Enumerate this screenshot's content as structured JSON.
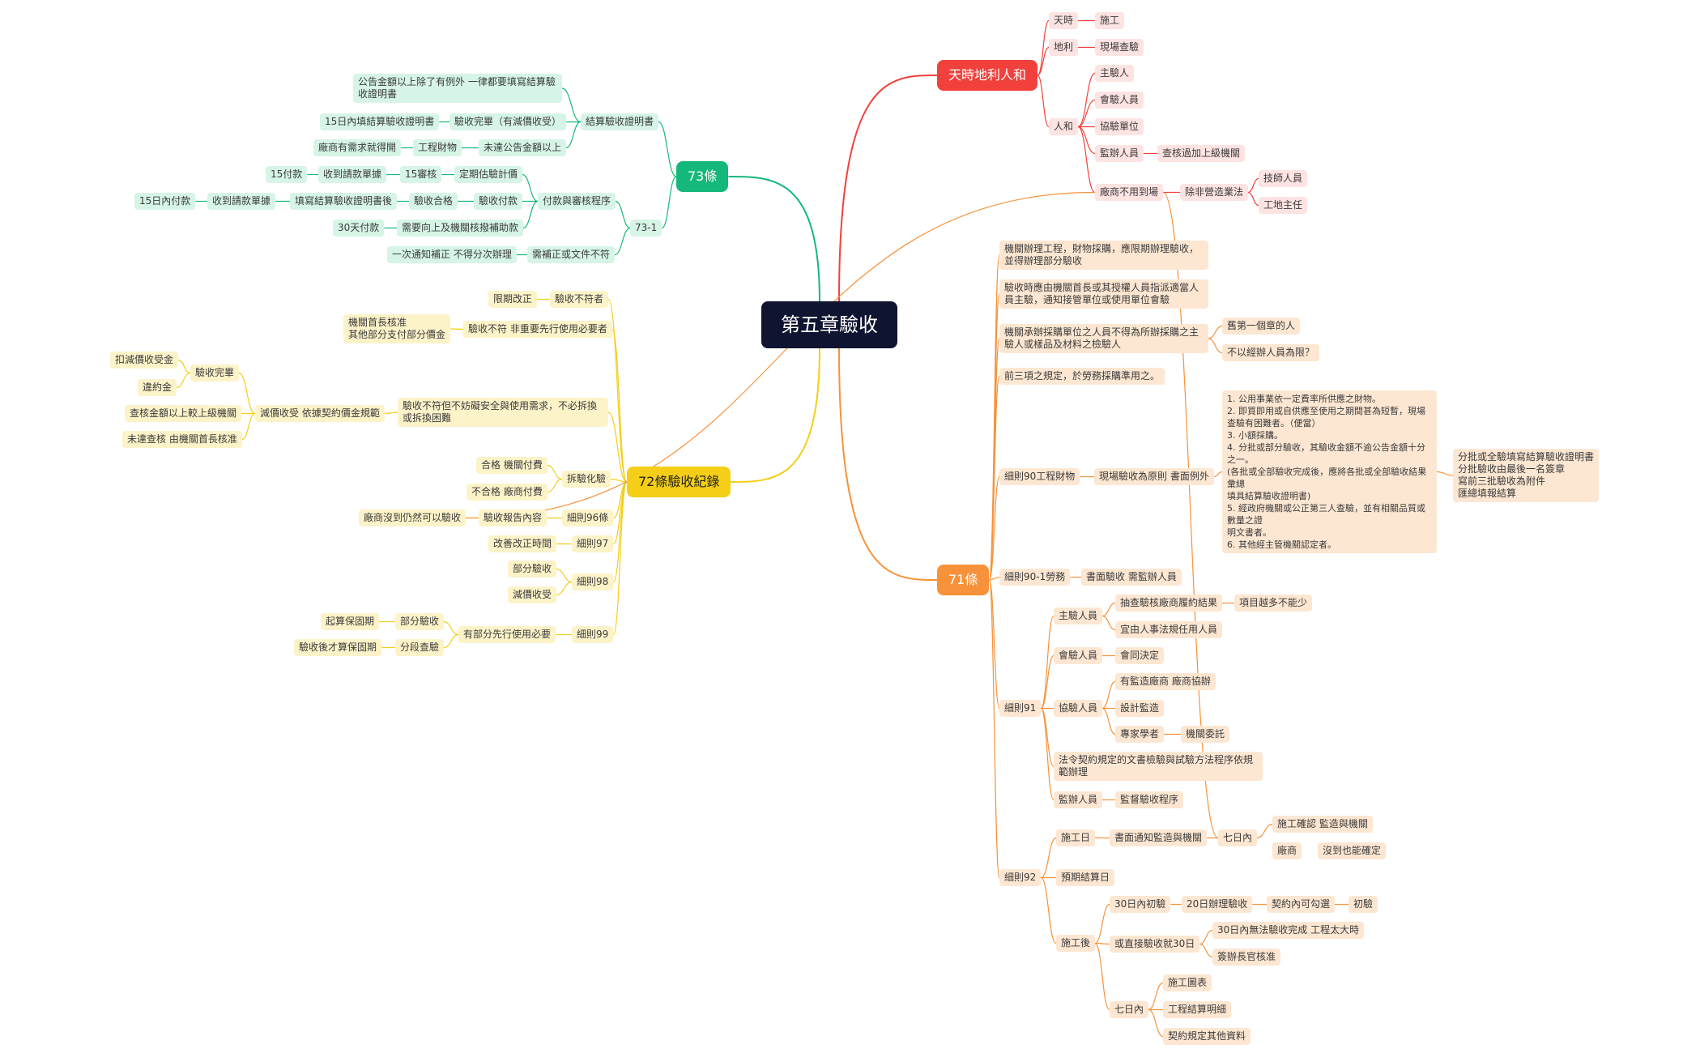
{
  "colors": {
    "root": "#0f1430",
    "red": "#f2403c",
    "green": "#14b87a",
    "yellow": "#f4ce17",
    "orange": "#f7923a"
  },
  "root": "第五章驗收",
  "red": {
    "title": "天時地利人和",
    "tianshi": "天時",
    "shigong": "施工",
    "dili": "地利",
    "xianchang": "現場查驗",
    "renhe": "人和",
    "zhuyan": "主驗人",
    "huiyan": "會驗人員",
    "xieyan": "協驗單位",
    "jianban": "監辦人員",
    "chahe": "查核過加上級機關",
    "changshang": "廠商不用到場",
    "chufei": "除非營造業法",
    "jiguan": "技師人員",
    "gongdi": "工地主任"
  },
  "green": {
    "title": "73條",
    "jiesuan": "結算驗收證明書",
    "gonggao": "公告金額以上除了有例外 一律都要填寫結算驗收證明書",
    "d15": "15日內填結算驗收證明書",
    "yanshou": "驗收完畢（有減價收受）",
    "xuqiu": "廠商有需求就得開",
    "gongcheng": "工程財物",
    "weida": "未達公告金額以上",
    "n731": "73-1",
    "fukuan": "付款與審核程序",
    "dingqi": "定期估驗計價",
    "s15": "15審核",
    "shouqing": "收到請款單據",
    "fu15": "15付款",
    "yanfu": "驗收付款",
    "yanhege": "驗收合格",
    "tianxie": "填寫結算驗收證明書後",
    "shoudao2": "收到請款單據",
    "nei15": "15日內付款",
    "xuyao": "需要向上及機關核撥補助款",
    "fu30": "30天付款",
    "buzheng": "需補正或文件不符",
    "yici": "一次通知補正 不得分次辦理"
  },
  "yellow": {
    "title": "72條驗收紀錄",
    "bufu": "驗收不符者",
    "xianqi": "限期改正",
    "bufu2": "驗收不符 非重要先行使用必要者",
    "jiguanshouzhang": "機關首長核准\n其他部分支付部分價金",
    "bufu3": "驗收不符但不妨礙安全與使用需求，不必拆換或拆換困難",
    "jianjia": "減價收受 依據契約價金規範",
    "yanwanbi": "驗收完畢",
    "kouchu": "扣減價收受金",
    "weiyue": "違約金",
    "chahejine": "查核金額以上較上級機關",
    "weida": "未達查核 由機關首長核准",
    "chaihua": "拆驗化驗",
    "hege": "合格 機關付費",
    "buhege": "不合格 廠商付費",
    "x96": "細則96條",
    "baogao": "驗收報告內容",
    "meidao": "廠商沒到仍然可以驗收",
    "x97": "細則97",
    "gaishan": "改善改正時間",
    "x98": "細則98",
    "bufen": "部分驗收",
    "jianjia2": "減價收受",
    "x99": "細則99",
    "youbufen": "有部分先行使用必要",
    "bufen2": "部分驗收",
    "qisuan": "起算保固期",
    "fenduan": "分段查驗",
    "yanhou": "驗收後才算保固期"
  },
  "orange": {
    "title": "71條",
    "a1": "機關辦理工程，財物採購，應限期辦理驗收，並得辦理部分驗收",
    "a2": "驗收時應由機關首長或其授權人員指派適當人員主驗，通知接管單位或使用單位會驗",
    "a3": "機關承辦採購單位之人員不得為所辦採購之主驗人或樣品及材料之檢驗人",
    "a3a": "舊第一個章的人",
    "a3b": "不以經辦人員為限？",
    "a4": "前三項之規定，於勞務採購準用之。",
    "x90": "細則90工程財物",
    "x90a": "現場驗收為原則 書面例外",
    "x90list": "1. 公用事業依一定費率所供應之財物。\n2. 即買即用或自供應至使用之期間甚為短暫，現場查驗有困難者。（便當）\n3. 小額採購。\n4. 分批或部分驗收，其驗收金額不逾公告金額十分之一。\n(各批或全部驗收完成後，應將各批或全部驗收結果彙總\n填具結算驗收證明書)\n5. 經政府機關或公正第三人查驗，並有相關品質或數量之證\n明文書者。\n6. 其他經主管機關認定者。",
    "x90note": "分批或全驗填寫結算驗收證明書\n分批驗收由最後一名簽章\n寫前三批驗收為附件\n匯總填報結算",
    "x901": "細則90-1勞務",
    "x901a": "書面驗收 需監辦人員",
    "x91": "細則91",
    "zhuyan": "主驗人員",
    "chouzha": "抽查驗核廠商履約結果",
    "xiangmu": "項目越多不能少",
    "yiyou": "宜由人事法規任用人員",
    "huiyan": "會驗人員",
    "huitong": "會同決定",
    "xieyan": "協驗人員",
    "youjian": "有監造廠商 廠商協辦",
    "sheji": "設計監造",
    "zhuanjia": "專家學者",
    "jiguanwei": "機關委託",
    "fuling": "法令契約規定的文書檢驗與試驗方法程序依規範辦理",
    "jianbanry": "監辦人員",
    "jiandu": "監督驗收程序",
    "x92": "細則92",
    "shigongri": "施工日",
    "shumian": "書面通知監造與機關",
    "qiri": "七日內",
    "shigongqueren": "施工確認 監造與機關",
    "changshang": "廠商",
    "meidao": "沒到也能確定",
    "yuqi": "預期結算日",
    "shigonghou": "施工後",
    "d30": "30日內初驗",
    "d20": "20日辦理驗收",
    "qiyue": "契約內可勾選",
    "chuyan": "初驗",
    "zhijie": "或直接驗收就30日",
    "wufa": "30日內無法驗收完成 工程太大時",
    "qianbao": "簽辦長官核准",
    "qiri2": "七日內",
    "tu": "施工圖表",
    "mingxi": "工程結算明細",
    "qita": "契約規定其他資料"
  }
}
